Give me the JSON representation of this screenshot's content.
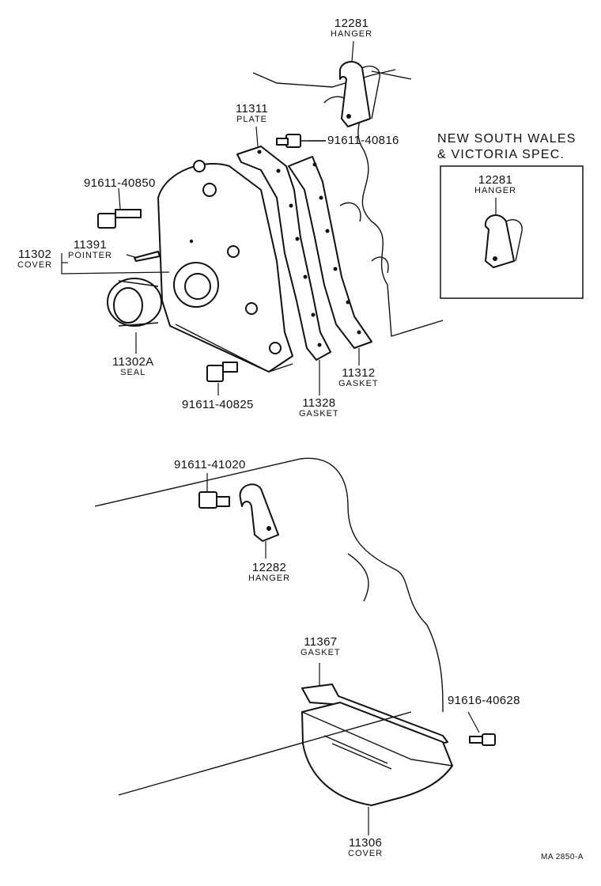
{
  "parts": [
    {
      "number": "12281",
      "name": "HANGER"
    },
    {
      "number": "11311",
      "name": "PLATE"
    },
    {
      "number": "91611-40816",
      "name": ""
    },
    {
      "number": "91611-40850",
      "name": ""
    },
    {
      "number": "11391",
      "name": "POINTER"
    },
    {
      "number": "11302",
      "name": "COVER"
    },
    {
      "number": "11302A",
      "name": "SEAL"
    },
    {
      "number": "91611-40825",
      "name": ""
    },
    {
      "number": "11328",
      "name": "GASKET"
    },
    {
      "number": "11312",
      "name": "GASKET"
    },
    {
      "number": "91611-41020",
      "name": ""
    },
    {
      "number": "12282",
      "name": "HANGER"
    },
    {
      "number": "11367",
      "name": "GASKET"
    },
    {
      "number": "91616-40628",
      "name": ""
    },
    {
      "number": "11306",
      "name": "COVER"
    }
  ],
  "inset": {
    "title_line1": "NEW SOUTH WALES",
    "title_line2": "& VICTORIA SPEC.",
    "part": {
      "number": "12281",
      "name": "HANGER"
    }
  },
  "drawing_code": "MA 2850-A"
}
